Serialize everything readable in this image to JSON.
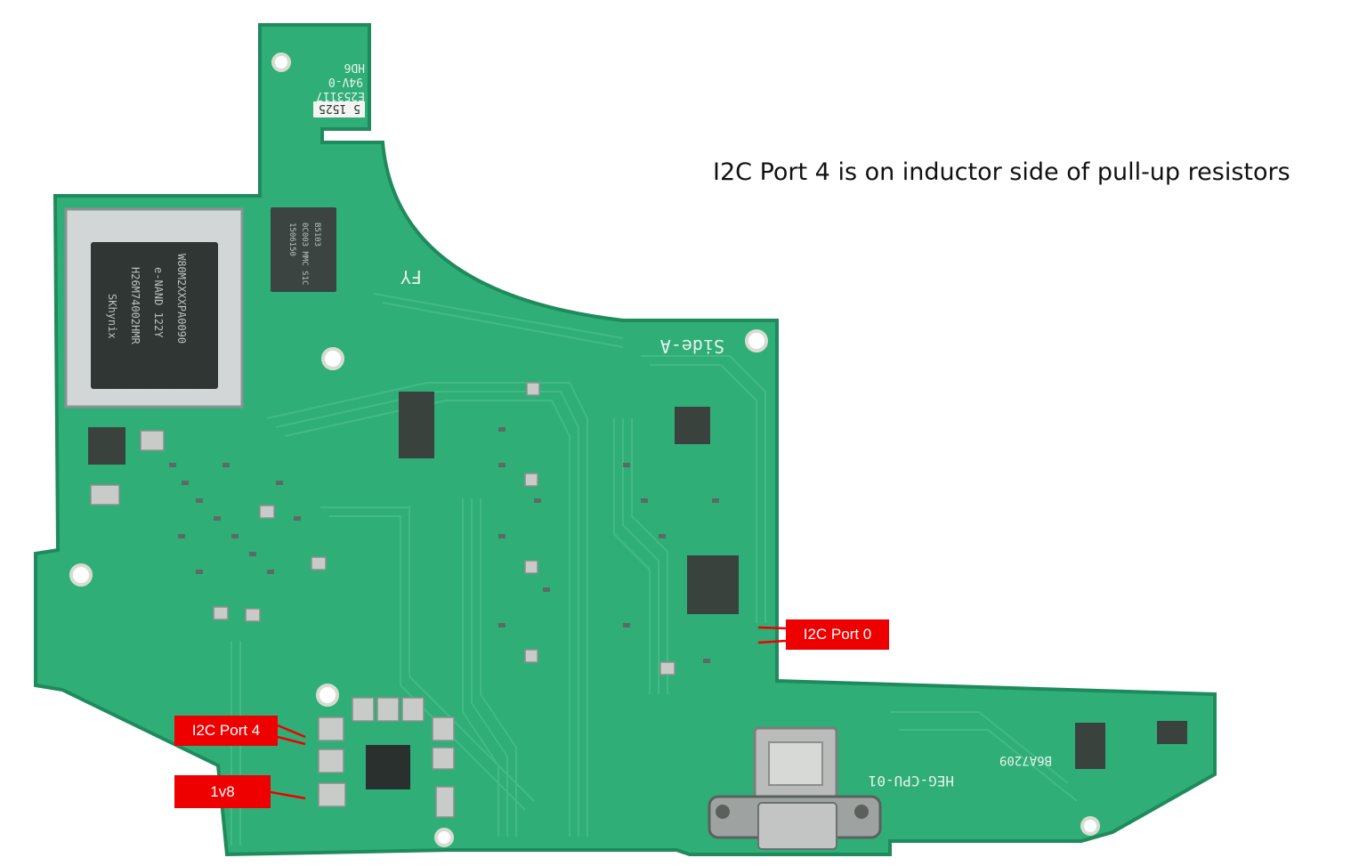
{
  "annotation": {
    "caption": "I2C Port 4 is on inductor side of pull-up resistors"
  },
  "labels": {
    "i2c_port0": "I2C Port 0",
    "i2c_port4": "I2C Port 4",
    "v1v8": "1v8"
  },
  "board": {
    "silkscreen": {
      "side": "Side-A",
      "model": "HEG-CPU-01",
      "ref_code": "B6A7209",
      "marking_fy": "FY",
      "cert_lines": [
        "HD6",
        "94V-0",
        "E253117"
      ],
      "date_code": "5 1525",
      "nand_lines": [
        "SKhynix",
        "H26M74002HMR",
        "e-NAND 122Y",
        "W80M2XXXPA0090"
      ],
      "sdram_lines": [
        "1506150",
        "0C003 MMC S1C",
        "B5103"
      ]
    },
    "colors": {
      "pcb": "#2fae78",
      "pcb_edge": "#1f8a5c",
      "trace": "#4cc08b",
      "annotation_red": "#ee0000"
    }
  }
}
